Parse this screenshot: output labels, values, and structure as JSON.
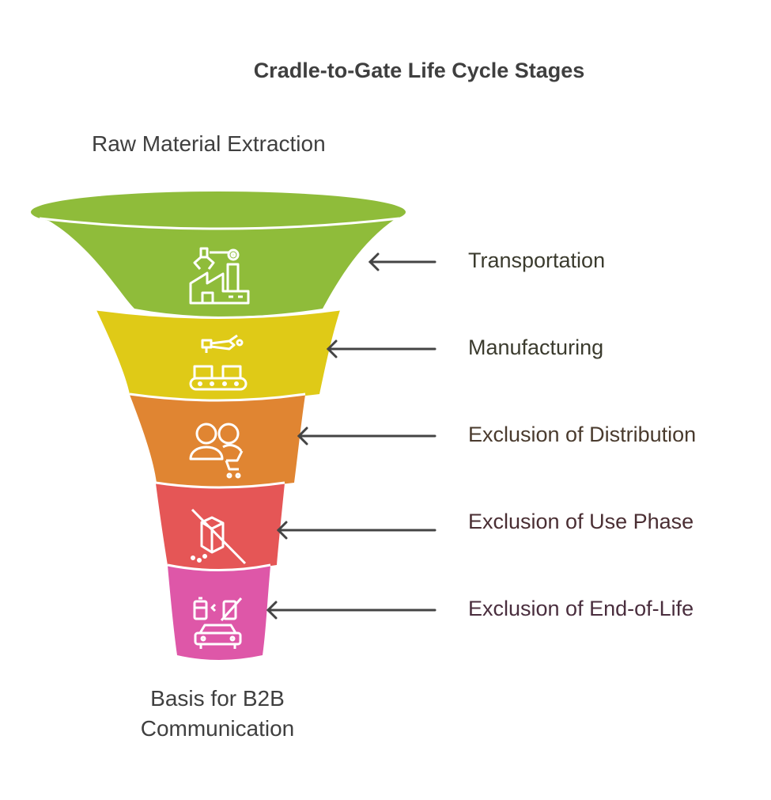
{
  "title": "Cradle-to-Gate Life Cycle Stages",
  "top_label": "Raw Material Extraction",
  "bottom_label_lines": [
    "Basis for B2B",
    "Communication"
  ],
  "stages": [
    {
      "label": "Transportation",
      "color": "#8fbc3a",
      "text_color": "#3b3b2e",
      "icon": "factory-robot-arm-icon"
    },
    {
      "label": "Manufacturing",
      "color": "#dfca17",
      "text_color": "#3b3b2e",
      "icon": "assembly-line-icon"
    },
    {
      "label": "Exclusion of Distribution",
      "color": "#e08532",
      "text_color": "#4a3b2e",
      "icon": "customers-cart-icon"
    },
    {
      "label": "Exclusion of Use Phase",
      "color": "#e55656",
      "text_color": "#4a2e33",
      "icon": "no-product-use-icon"
    },
    {
      "label": "Exclusion of End-of-Life",
      "color": "#de57a8",
      "text_color": "#4a2e3e",
      "icon": "battery-car-recycle-icon"
    }
  ]
}
